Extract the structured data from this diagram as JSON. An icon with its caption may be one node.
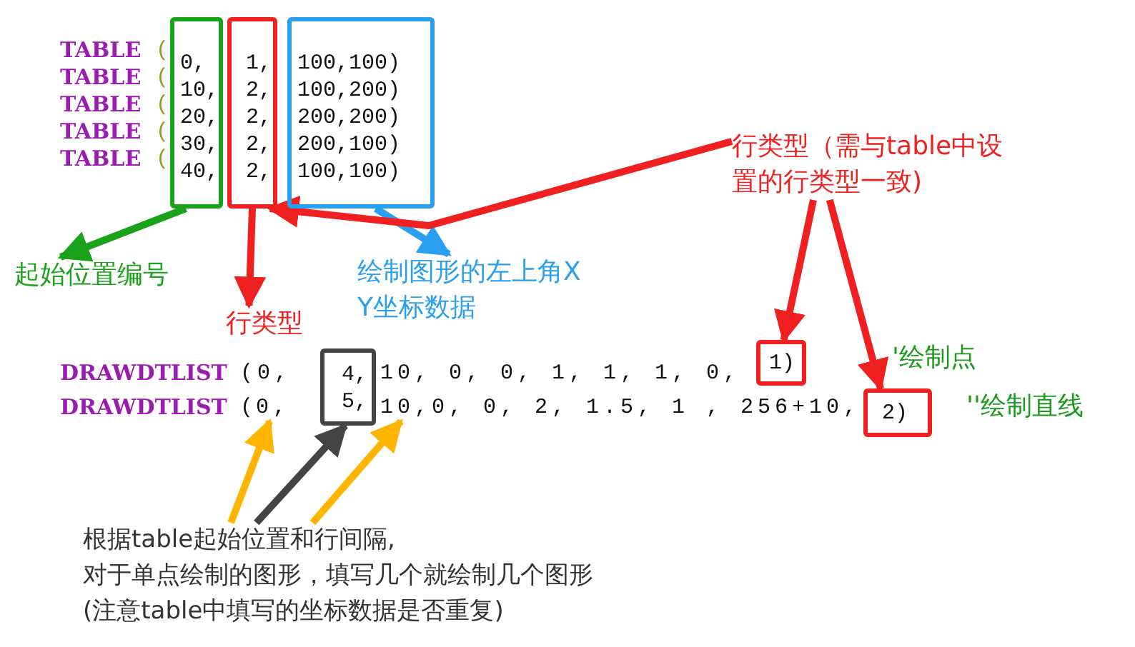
{
  "diagram": {
    "nodes": [
      {
        "text": [
          "0,",
          "10,",
          "20,",
          "30,",
          "40,"
        ]
      },
      {
        "text": [
          "1,",
          "2,",
          "2,",
          "2,",
          "2,"
        ]
      },
      {
        "text": [
          "100,100)",
          "100,200)",
          "200,200)",
          "200,100)",
          "100,100)"
        ]
      },
      {
        "text": [
          "起始位置编号"
        ]
      },
      {
        "text": [
          "行类型"
        ]
      },
      {
        "text": [
          "绘制图形的左上角XY坐标数据"
        ]
      },
      {
        "text": [
          "行类型（需与table中设置的行类型一致)"
        ]
      },
      {
        "text": [
          "4,",
          "5,"
        ]
      },
      {
        "text": [
          "1)"
        ]
      },
      {
        "text": [
          "2)"
        ]
      },
      {
        "text": [
          "0,"
        ]
      },
      {
        "text": [
          "10,"
        ]
      },
      {
        "text": [
          "根据table起始位置和行间隔,",
          "对于单点绘制的图形，填写几个就绘制几个图形",
          "(注意table中填写的坐标数据是否重复)"
        ]
      }
    ],
    "edges": [
      {
        "from": 0,
        "to": 3,
        "arrow": "to",
        "color": "#1aa31a"
      },
      {
        "from": 1,
        "to": 4,
        "arrow": "to"
      },
      {
        "from": 2,
        "to": 5,
        "arrow": "to",
        "color": "#2a9ff0"
      },
      {
        "from": 6,
        "to": 1,
        "arrow": "to"
      },
      {
        "from": 6,
        "to": 8,
        "arrow": "to"
      },
      {
        "from": 6,
        "to": 9,
        "arrow": "to"
      },
      {
        "from": 12,
        "to": 10,
        "arrow": "to",
        "color": "#ffb400"
      },
      {
        "from": 12,
        "to": 7,
        "arrow": "to",
        "color": "#444444"
      },
      {
        "from": 12,
        "to": 11,
        "arrow": "to",
        "color": "#ffb400"
      }
    ],
    "labels": [
      "TABLE",
      "(",
      "TABLE",
      "(",
      "TABLE",
      "(",
      "TABLE",
      "(",
      "TABLE",
      "(",
      "DRAWDTLIST",
      "(0,",
      "10, 0, 0, 1, 1, 1, 0,",
      "'绘制点",
      "DRAWDTLIST",
      "(",
      "0, 0, 2, 1.5, 1 , 256+10,",
      "''绘制直线"
    ]
  }
}
